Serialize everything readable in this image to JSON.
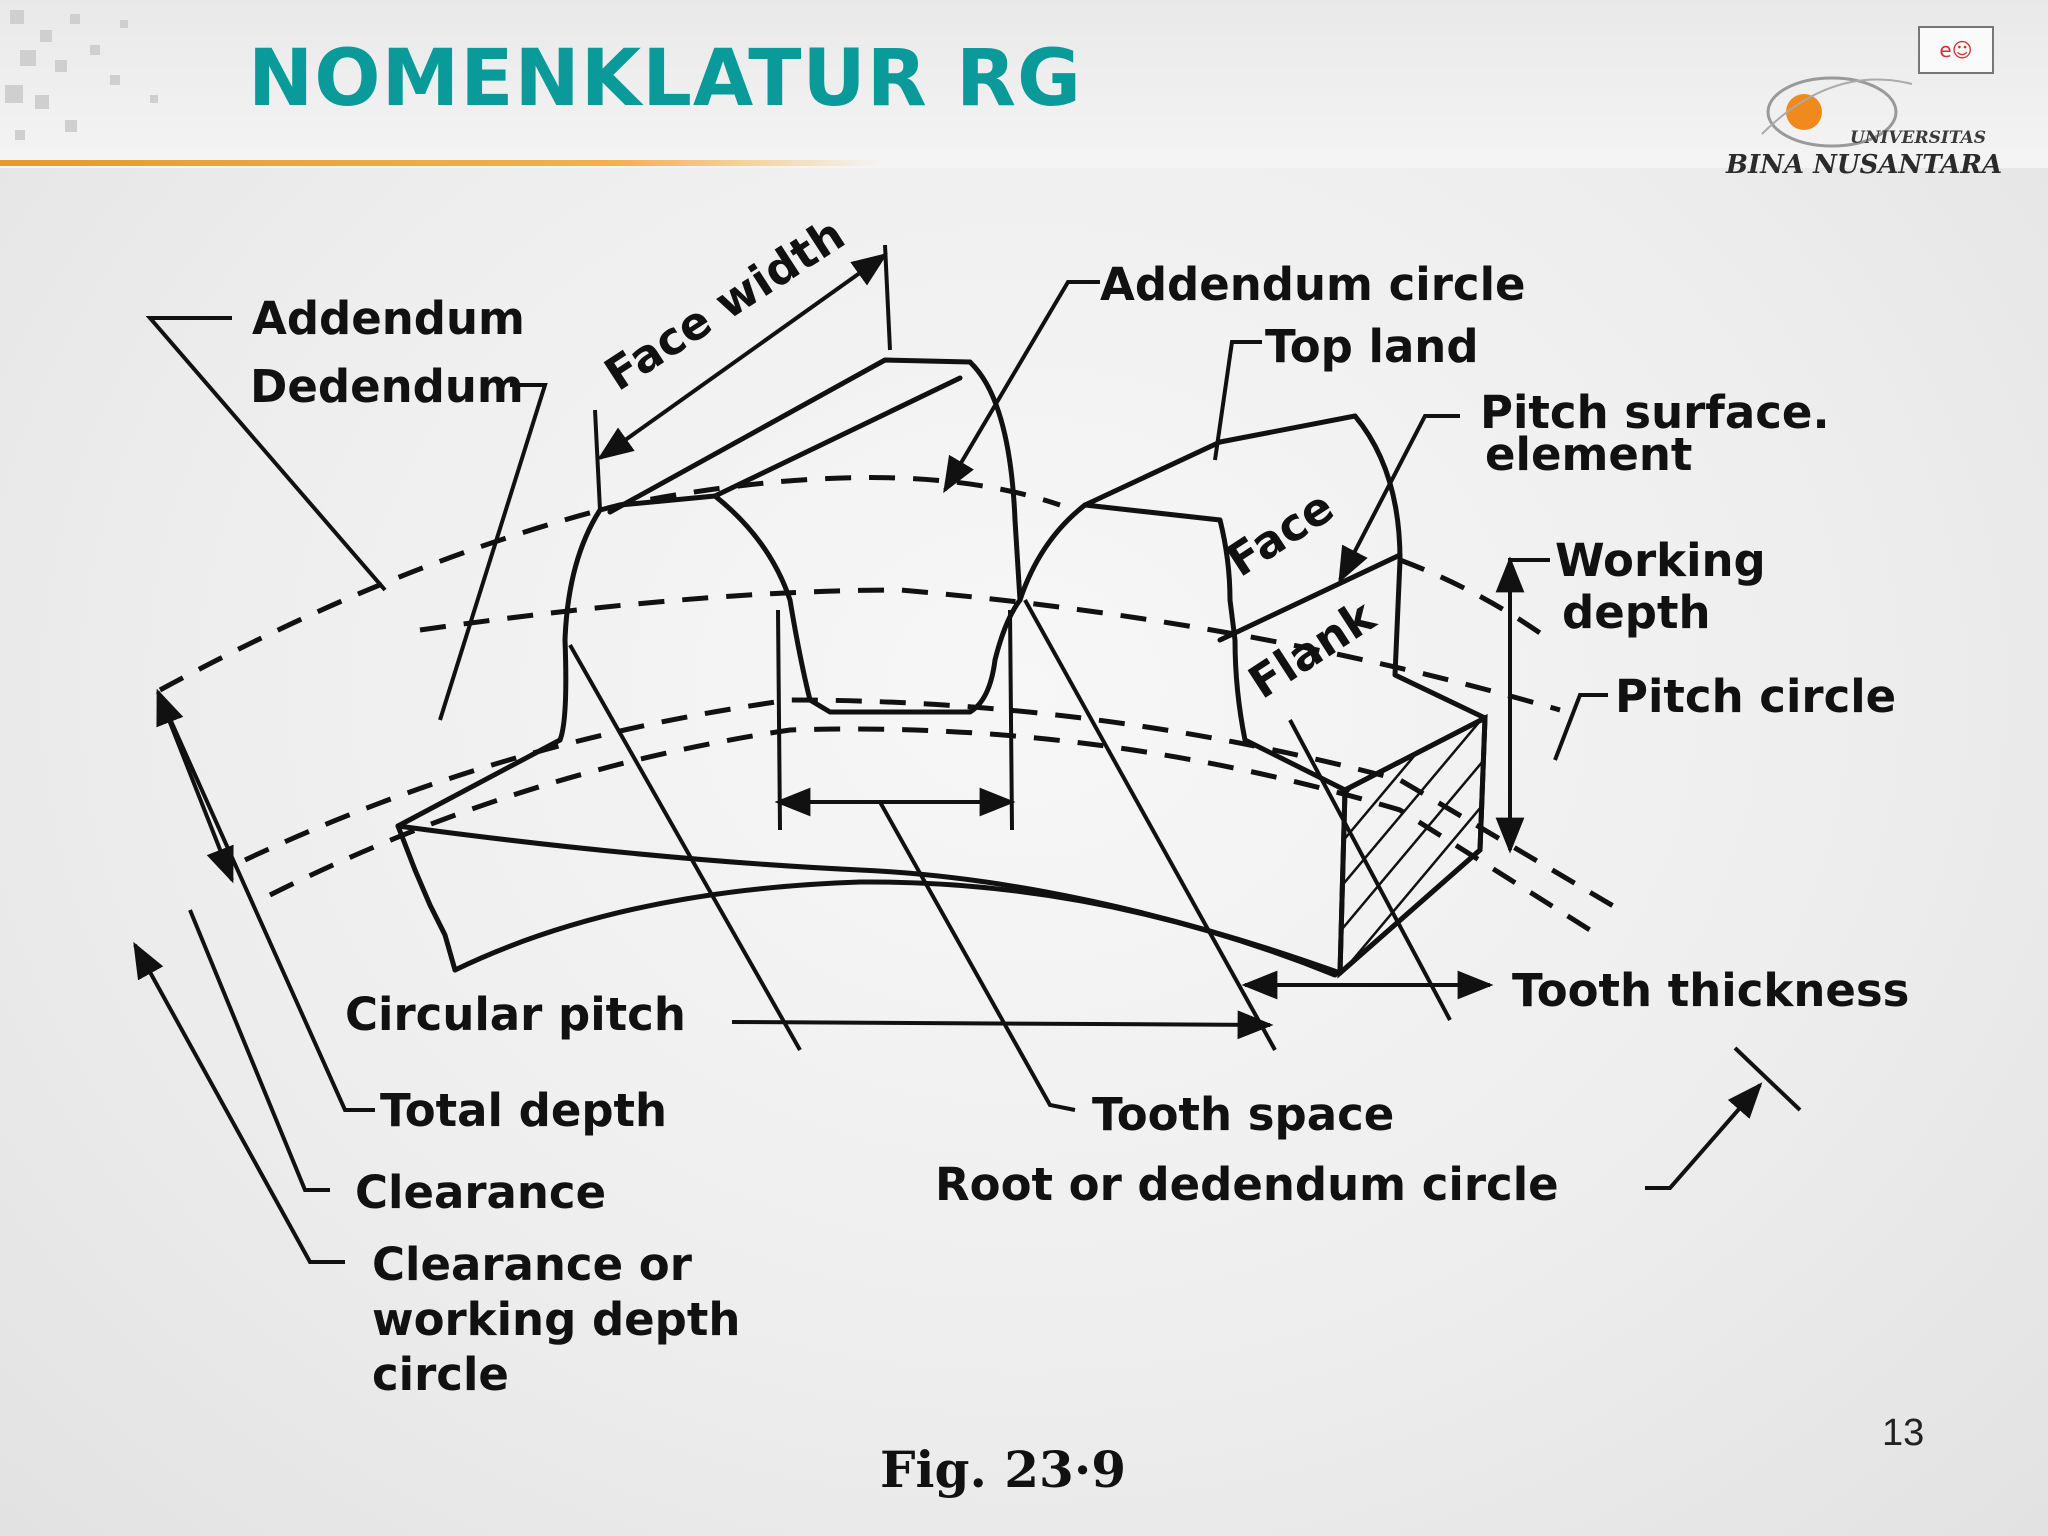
{
  "slide": {
    "title": "NOMENKLATUR RG",
    "page_number": "13",
    "logo": {
      "line1": "UNIVERSITAS",
      "line2": "BINA NUSANTARA"
    },
    "colors": {
      "title": "#0b9a9a",
      "accent_rule": "#e89a2a"
    }
  },
  "figure": {
    "caption": "Fig. 23·9",
    "labels": {
      "addendum": "Addendum",
      "dedendum": "Dedendum",
      "face_width": "Face width",
      "addendum_circle": "Addendum circle",
      "top_land": "Top land",
      "pitch_surface_1": "Pitch surface.",
      "pitch_surface_2": "element",
      "face": "Face",
      "flank": "Flank",
      "working_depth_1": "Working",
      "working_depth_2": "depth",
      "pitch_circle": "Pitch circle",
      "tooth_thickness": "Tooth thickness",
      "circular_pitch": "Circular pitch",
      "total_depth": "Total depth",
      "clearance": "Clearance",
      "clearance_circle_1": "Clearance or",
      "clearance_circle_2": "working depth",
      "clearance_circle_3": "circle",
      "tooth_space": "Tooth space",
      "root_circle": "Root or dedendum circle"
    }
  }
}
